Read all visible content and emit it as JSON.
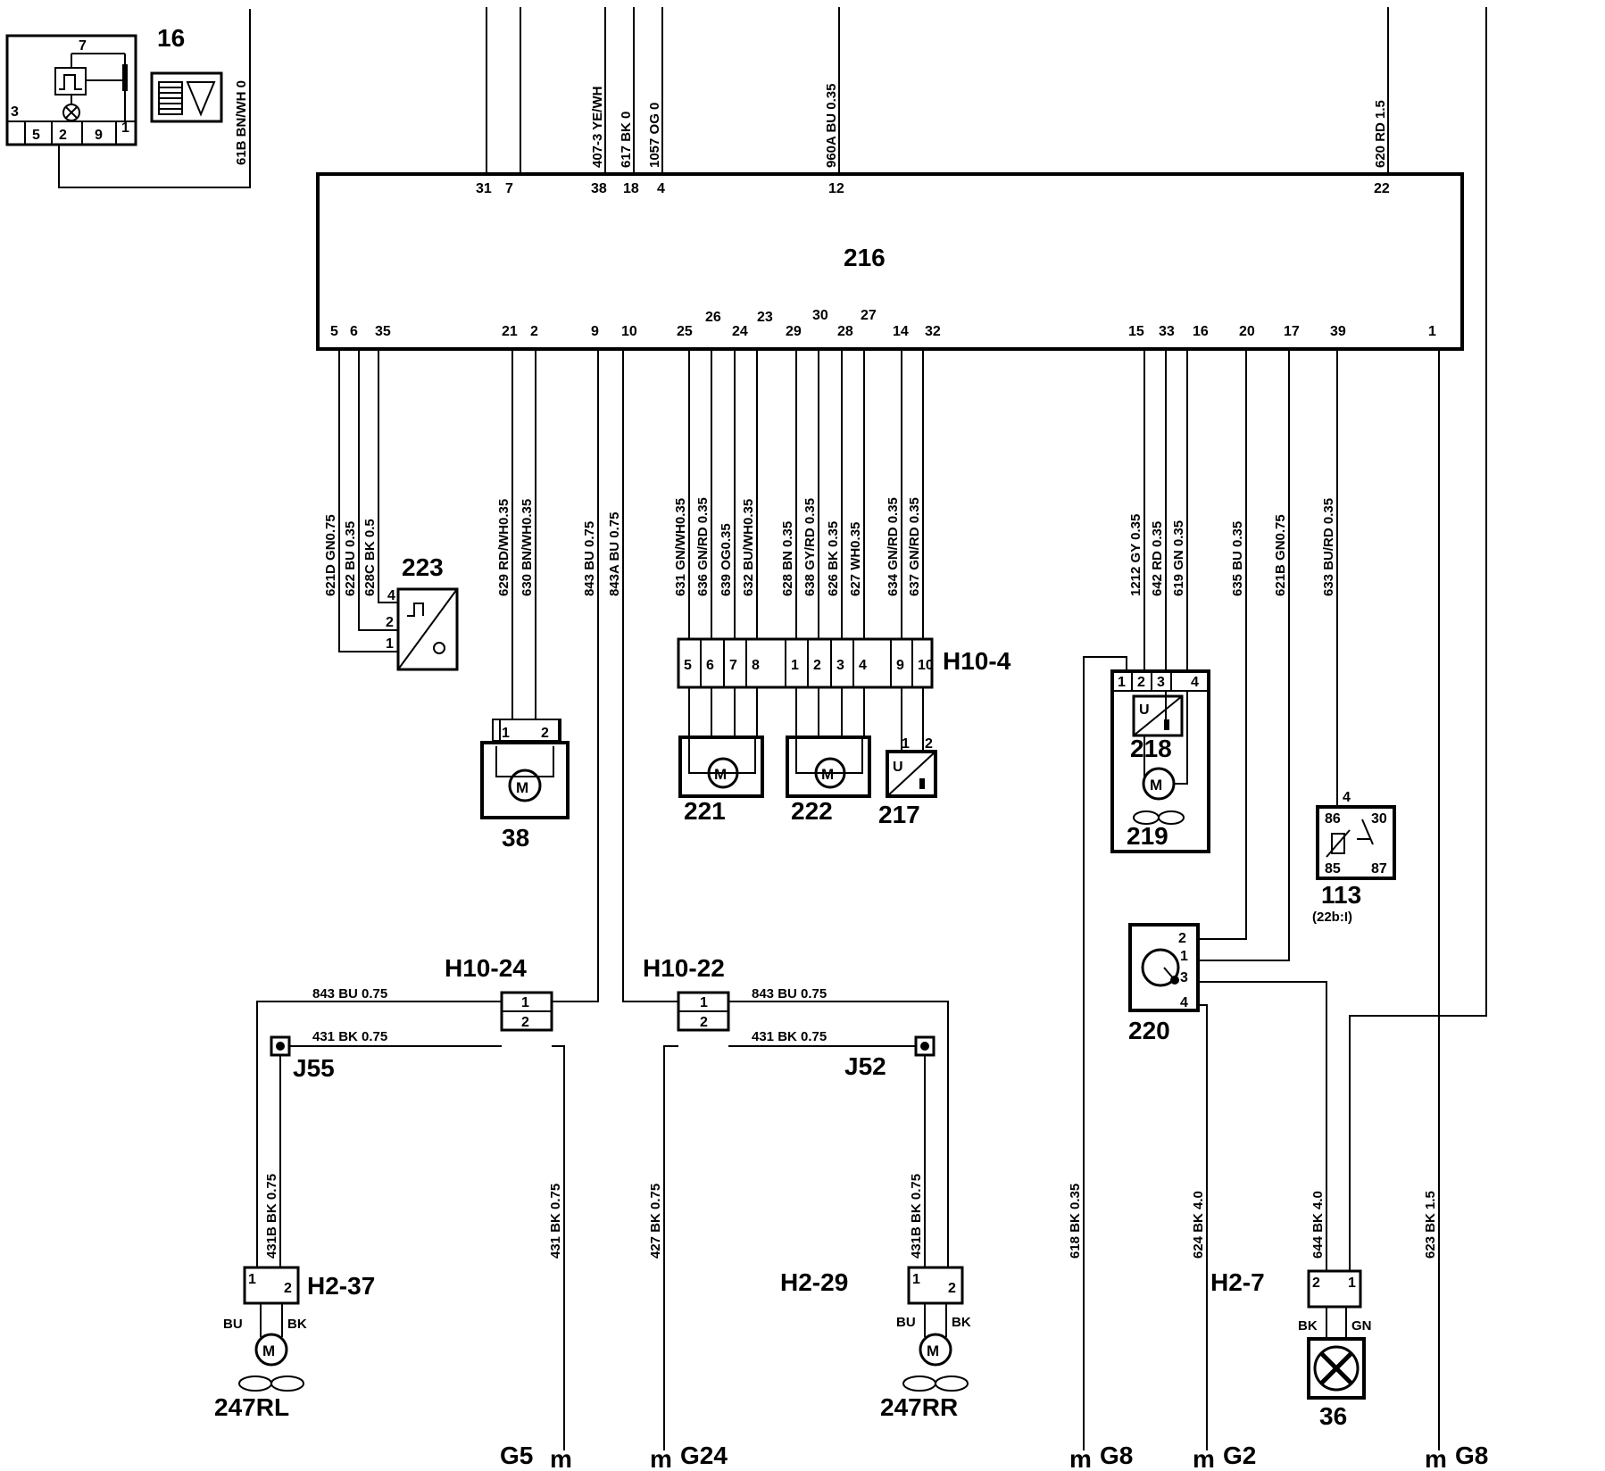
{
  "components": {
    "c16": "16",
    "c216": "216",
    "c223": "223",
    "c38": "38",
    "c221": "221",
    "c222": "222",
    "c217": "217",
    "c218": "218",
    "c219": "219",
    "c113": "113",
    "c113_ref": "(22b:I)",
    "c220": "220",
    "c36": "36",
    "c247rl": "247RL",
    "c247rr": "247RR",
    "h10_4": "H10-4",
    "h10_24": "H10-24",
    "h10_22": "H10-22",
    "h2_37": "H2-37",
    "h2_29": "H2-29",
    "h2_7": "H2-7",
    "j55": "J55",
    "j52": "J52"
  },
  "grounds": {
    "g5": "G5",
    "g24": "G24",
    "g8a": "G8",
    "g2": "G2",
    "g8b": "G8"
  },
  "relay_pins": {
    "p86": "86",
    "p30": "30",
    "p85": "85",
    "p87": "87",
    "p4": "4"
  },
  "c16_pins": {
    "p7": "7",
    "p3": "3",
    "p5": "5",
    "p2": "2",
    "p9": "9",
    "p1": "1"
  },
  "ecu_top_pins": [
    "31",
    "7",
    "38",
    "18",
    "4",
    "12",
    "22"
  ],
  "ecu_bottom_pins": [
    "5",
    "6",
    "35",
    "21",
    "2",
    "9",
    "10",
    "25",
    "26",
    "24",
    "23",
    "29",
    "30",
    "28",
    "27",
    "14",
    "32",
    "15",
    "33",
    "16",
    "20",
    "17",
    "39",
    "1"
  ],
  "top_wires": {
    "w61b": "61B BN/WH 0",
    "w407": "407-3 YE/WH",
    "w617": "617 BK 0",
    "w1057": "1057 OG 0",
    "w960a": "960A BU 0.35",
    "w620": "620 RD 1.5"
  },
  "vertical_wires": {
    "w621d": "621D GN0.75",
    "w622": "622 BU 0.35",
    "w628c": "628C BK 0.5",
    "w629": "629 RD/WH0.35",
    "w630": "630 BN/WH0.35",
    "w843": "843 BU 0.75",
    "w843a": "843A BU 0.75",
    "w631": "631 GN/WH0.35",
    "w636": "636 GN/RD 0.35",
    "w639": "639 OG0.35",
    "w632": "632 BU/WH0.35",
    "w628": "628 BN 0.35",
    "w638": "638 GY/RD 0.35",
    "w626": "626 BK 0.35",
    "w627": "627 WH0.35",
    "w634": "634 GN/RD 0.35",
    "w637": "637 GN/RD 0.35",
    "w1212": "1212 GY 0.35",
    "w642": "642 RD 0.35",
    "w619": "619 GN 0.35",
    "w635": "635 BU 0.35",
    "w621b": "621B GN0.75",
    "w633": "633 BU/RD 0.35",
    "w431b_l": "431B BK 0.75",
    "w431_l": "431 BK 0.75",
    "w427": "427 BK 0.75",
    "w431b_r": "431B BK 0.75",
    "w618": "618 BK 0.35",
    "w624": "624 BK 4.0",
    "w644": "644 BK 4.0",
    "w623": "623 BK 1.5"
  },
  "horizontal_wires": {
    "h843_l": "843 BU 0.75",
    "h431_l": "431 BK 0.75",
    "h843_r": "843 BU 0.75",
    "h431_r": "431 BK 0.75"
  },
  "h10_4_pins": [
    "5",
    "6",
    "7",
    "8",
    "1",
    "2",
    "3",
    "4",
    "9",
    "10"
  ],
  "small_pins": {
    "one": "1",
    "two": "2",
    "three": "3",
    "four": "4",
    "u": "U"
  },
  "motor_leads": {
    "bu": "BU",
    "bk": "BK",
    "gn": "GN"
  }
}
